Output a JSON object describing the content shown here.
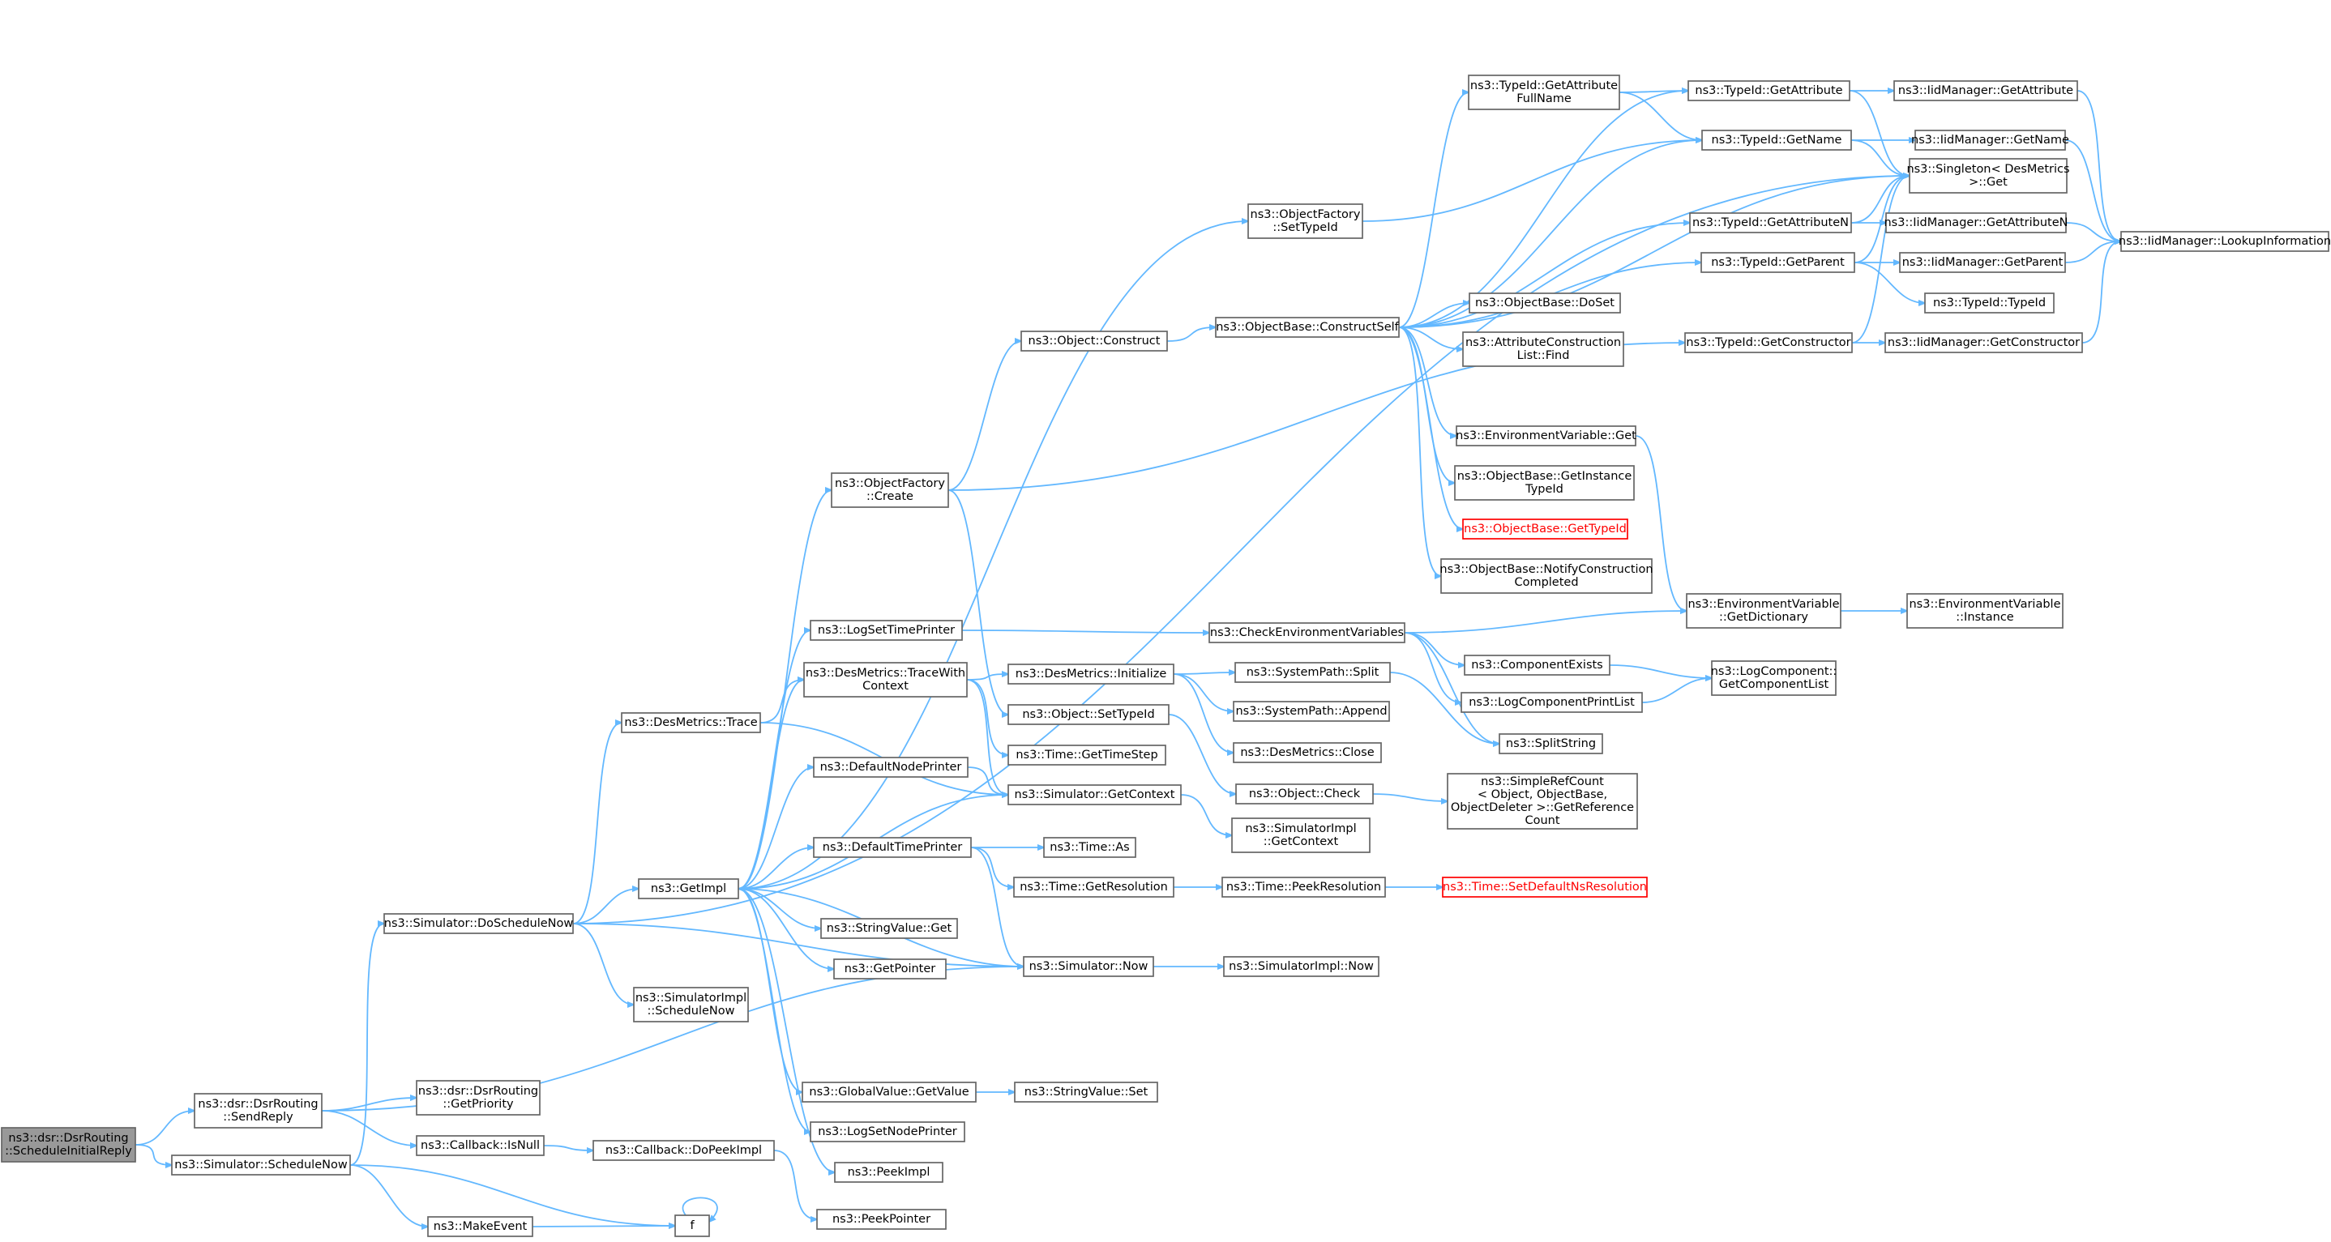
{
  "colors": {
    "edge": "#63b8ff",
    "node_border": "#666666",
    "root_fill": "#999999",
    "highlight": "#ff0000"
  },
  "nodes": [
    {
      "id": "root",
      "lines": [
        "ns3::dsr::DsrRouting",
        "::ScheduleInitialReply"
      ],
      "style": "root"
    },
    {
      "id": "sendreply",
      "lines": [
        "ns3::dsr::DsrRouting",
        "::SendReply"
      ]
    },
    {
      "id": "schednow",
      "lines": [
        "ns3::Simulator::ScheduleNow"
      ]
    },
    {
      "id": "getpriority",
      "lines": [
        "ns3::dsr::DsrRouting",
        "::GetPriority"
      ]
    },
    {
      "id": "isnull",
      "lines": [
        "ns3::Callback::IsNull"
      ]
    },
    {
      "id": "makeevent",
      "lines": [
        "ns3::MakeEvent"
      ]
    },
    {
      "id": "f",
      "lines": [
        "f"
      ]
    },
    {
      "id": "dopeekimpl",
      "lines": [
        "ns3::Callback::DoPeekImpl"
      ]
    },
    {
      "id": "peekpointer",
      "lines": [
        "ns3::PeekPointer"
      ]
    },
    {
      "id": "doschednow",
      "lines": [
        "ns3::Simulator::DoScheduleNow"
      ]
    },
    {
      "id": "simimplschednow",
      "lines": [
        "ns3::SimulatorImpl",
        "::ScheduleNow"
      ]
    },
    {
      "id": "desmetricstrace",
      "lines": [
        "ns3::DesMetrics::Trace"
      ]
    },
    {
      "id": "getimpl",
      "lines": [
        "ns3::GetImpl"
      ]
    },
    {
      "id": "simnow",
      "lines": [
        "ns3::Simulator::Now"
      ]
    },
    {
      "id": "simimplnow",
      "lines": [
        "ns3::SimulatorImpl::Now"
      ]
    },
    {
      "id": "objfactcreate",
      "lines": [
        "ns3::ObjectFactory",
        "::Create"
      ]
    },
    {
      "id": "logsettimeprinter",
      "lines": [
        "ns3::LogSetTimePrinter"
      ]
    },
    {
      "id": "tracewithctx",
      "lines": [
        "ns3::DesMetrics::TraceWith",
        "Context"
      ]
    },
    {
      "id": "defnodeprinter",
      "lines": [
        "ns3::DefaultNodePrinter"
      ]
    },
    {
      "id": "deftimeprinter",
      "lines": [
        "ns3::DefaultTimePrinter"
      ]
    },
    {
      "id": "strvalget",
      "lines": [
        "ns3::StringValue::Get"
      ]
    },
    {
      "id": "getpointer",
      "lines": [
        "ns3::GetPointer"
      ]
    },
    {
      "id": "globalgetvalue",
      "lines": [
        "ns3::GlobalValue::GetValue"
      ]
    },
    {
      "id": "strvalset",
      "lines": [
        "ns3::StringValue::Set"
      ]
    },
    {
      "id": "logsetnodeprinter",
      "lines": [
        "ns3::LogSetNodePrinter"
      ]
    },
    {
      "id": "peekimpl",
      "lines": [
        "ns3::PeekImpl"
      ]
    },
    {
      "id": "objconstruct",
      "lines": [
        "ns3::Object::Construct"
      ]
    },
    {
      "id": "objfactsettypeid",
      "lines": [
        "ns3::ObjectFactory",
        "::SetTypeId"
      ]
    },
    {
      "id": "objsettypeid",
      "lines": [
        "ns3::Object::SetTypeId"
      ]
    },
    {
      "id": "desinit",
      "lines": [
        "ns3::DesMetrics::Initialize"
      ]
    },
    {
      "id": "timegettimestep",
      "lines": [
        "ns3::Time::GetTimeStep"
      ]
    },
    {
      "id": "simgetcontext",
      "lines": [
        "ns3::Simulator::GetContext"
      ]
    },
    {
      "id": "timeas",
      "lines": [
        "ns3::Time::As"
      ]
    },
    {
      "id": "timegetres",
      "lines": [
        "ns3::Time::GetResolution"
      ]
    },
    {
      "id": "constructself",
      "lines": [
        "ns3::ObjectBase::ConstructSelf"
      ]
    },
    {
      "id": "checkenv",
      "lines": [
        "ns3::CheckEnvironmentVariables"
      ]
    },
    {
      "id": "syspathsplit",
      "lines": [
        "ns3::SystemPath::Split"
      ]
    },
    {
      "id": "syspathappend",
      "lines": [
        "ns3::SystemPath::Append"
      ]
    },
    {
      "id": "desclose",
      "lines": [
        "ns3::DesMetrics::Close"
      ]
    },
    {
      "id": "objcheck",
      "lines": [
        "ns3::Object::Check"
      ]
    },
    {
      "id": "simimplgetctx",
      "lines": [
        "ns3::SimulatorImpl",
        "::GetContext"
      ]
    },
    {
      "id": "timepeekres",
      "lines": [
        "ns3::Time::PeekResolution"
      ]
    },
    {
      "id": "tidgetattrfull",
      "lines": [
        "ns3::TypeId::GetAttribute",
        "FullName"
      ]
    },
    {
      "id": "objbasedoset",
      "lines": [
        "ns3::ObjectBase::DoSet"
      ]
    },
    {
      "id": "attrconstfind",
      "lines": [
        "ns3::AttributeConstruction",
        "List::Find"
      ]
    },
    {
      "id": "envvarget",
      "lines": [
        "ns3::EnvironmentVariable::Get"
      ]
    },
    {
      "id": "objbasegetinst",
      "lines": [
        "ns3::ObjectBase::GetInstance",
        "TypeId"
      ]
    },
    {
      "id": "objbasegettypeid",
      "lines": [
        "ns3::ObjectBase::GetTypeId"
      ],
      "style": "red"
    },
    {
      "id": "objbasenotify",
      "lines": [
        "ns3::ObjectBase::NotifyConstruction",
        "Completed"
      ]
    },
    {
      "id": "compexists",
      "lines": [
        "ns3::ComponentExists"
      ]
    },
    {
      "id": "logcompprintlist",
      "lines": [
        "ns3::LogComponentPrintList"
      ]
    },
    {
      "id": "splitstring",
      "lines": [
        "ns3::SplitString"
      ]
    },
    {
      "id": "simplerefcount",
      "lines": [
        "ns3::SimpleRefCount",
        "< Object, ObjectBase,",
        "ObjectDeleter >::GetReference",
        "Count"
      ]
    },
    {
      "id": "setdefaultns",
      "lines": [
        "ns3::Time::SetDefaultNsResolution"
      ],
      "style": "red"
    },
    {
      "id": "tidgetattr",
      "lines": [
        "ns3::TypeId::GetAttribute"
      ]
    },
    {
      "id": "tidgetname",
      "lines": [
        "ns3::TypeId::GetName"
      ]
    },
    {
      "id": "tidgetattrn",
      "lines": [
        "ns3::TypeId::GetAttributeN"
      ]
    },
    {
      "id": "tidgetparent",
      "lines": [
        "ns3::TypeId::GetParent"
      ]
    },
    {
      "id": "tidgetconstructor",
      "lines": [
        "ns3::TypeId::GetConstructor"
      ]
    },
    {
      "id": "envvargetdict",
      "lines": [
        "ns3::EnvironmentVariable",
        "::GetDictionary"
      ]
    },
    {
      "id": "logcompgetlist",
      "lines": [
        "ns3::LogComponent::",
        "GetComponentList"
      ]
    },
    {
      "id": "iidgetattr",
      "lines": [
        "ns3::IidManager::GetAttribute"
      ]
    },
    {
      "id": "iidgetname",
      "lines": [
        "ns3::IidManager::GetName"
      ]
    },
    {
      "id": "singleton",
      "lines": [
        "ns3::Singleton< DesMetrics",
        ">::Get"
      ]
    },
    {
      "id": "iidgetattrn",
      "lines": [
        "ns3::IidManager::GetAttributeN"
      ]
    },
    {
      "id": "iidgetparent",
      "lines": [
        "ns3::IidManager::GetParent"
      ]
    },
    {
      "id": "tidtypeid",
      "lines": [
        "ns3::TypeId::TypeId"
      ]
    },
    {
      "id": "iidgetconstructor",
      "lines": [
        "ns3::IidManager::GetConstructor"
      ]
    },
    {
      "id": "envvarinstance",
      "lines": [
        "ns3::EnvironmentVariable",
        "::Instance"
      ]
    },
    {
      "id": "iidlookup",
      "lines": [
        "ns3::IidManager::LookupInformation"
      ]
    }
  ],
  "edges": [
    [
      "root",
      "sendreply"
    ],
    [
      "root",
      "schednow"
    ],
    [
      "sendreply",
      "getpriority"
    ],
    [
      "sendreply",
      "isnull"
    ],
    [
      "sendreply",
      "simnow"
    ],
    [
      "schednow",
      "doschednow"
    ],
    [
      "schednow",
      "makeevent"
    ],
    [
      "schednow",
      "f"
    ],
    [
      "isnull",
      "dopeekimpl"
    ],
    [
      "dopeekimpl",
      "peekpointer"
    ],
    [
      "makeevent",
      "f"
    ],
    [
      "f",
      "f"
    ],
    [
      "doschednow",
      "desmetricstrace"
    ],
    [
      "doschednow",
      "getimpl"
    ],
    [
      "doschednow",
      "simimplschednow"
    ],
    [
      "doschednow",
      "simnow"
    ],
    [
      "doschednow",
      "singleton"
    ],
    [
      "desmetricstrace",
      "tracewithctx"
    ],
    [
      "desmetricstrace",
      "simgetcontext"
    ],
    [
      "getimpl",
      "objfactcreate"
    ],
    [
      "getimpl",
      "logsettimeprinter"
    ],
    [
      "getimpl",
      "tracewithctx"
    ],
    [
      "getimpl",
      "defnodeprinter"
    ],
    [
      "getimpl",
      "deftimeprinter"
    ],
    [
      "getimpl",
      "strvalget"
    ],
    [
      "getimpl",
      "getpointer"
    ],
    [
      "getimpl",
      "globalgetvalue"
    ],
    [
      "getimpl",
      "logsetnodeprinter"
    ],
    [
      "getimpl",
      "peekimpl"
    ],
    [
      "getimpl",
      "simgetcontext"
    ],
    [
      "getimpl",
      "objfactsettypeid"
    ],
    [
      "simnow",
      "getimpl"
    ],
    [
      "simnow",
      "simimplnow"
    ],
    [
      "objfactcreate",
      "objconstruct"
    ],
    [
      "objfactcreate",
      "objsettypeid"
    ],
    [
      "objfactcreate",
      "tidgetconstructor"
    ],
    [
      "logsettimeprinter",
      "checkenv"
    ],
    [
      "tracewithctx",
      "desinit"
    ],
    [
      "tracewithctx",
      "timegettimestep"
    ],
    [
      "tracewithctx",
      "simgetcontext"
    ],
    [
      "defnodeprinter",
      "simgetcontext"
    ],
    [
      "deftimeprinter",
      "timeas"
    ],
    [
      "deftimeprinter",
      "timegetres"
    ],
    [
      "deftimeprinter",
      "simnow"
    ],
    [
      "globalgetvalue",
      "strvalset"
    ],
    [
      "objconstruct",
      "constructself"
    ],
    [
      "objfactsettypeid",
      "tidgetname"
    ],
    [
      "objsettypeid",
      "objcheck"
    ],
    [
      "desinit",
      "syspathsplit"
    ],
    [
      "desinit",
      "syspathappend"
    ],
    [
      "desinit",
      "desclose"
    ],
    [
      "simgetcontext",
      "simimplgetctx"
    ],
    [
      "timegetres",
      "timepeekres"
    ],
    [
      "timepeekres",
      "setdefaultns"
    ],
    [
      "constructself",
      "tidgetattrfull"
    ],
    [
      "constructself",
      "tidgetattr"
    ],
    [
      "constructself",
      "tidgetname"
    ],
    [
      "constructself",
      "tidgetattrn"
    ],
    [
      "constructself",
      "tidgetparent"
    ],
    [
      "constructself",
      "objbasedoset"
    ],
    [
      "constructself",
      "attrconstfind"
    ],
    [
      "constructself",
      "envvarget"
    ],
    [
      "constructself",
      "objbasegetinst"
    ],
    [
      "constructself",
      "objbasegettypeid"
    ],
    [
      "constructself",
      "objbasenotify"
    ],
    [
      "constructself",
      "singleton"
    ],
    [
      "checkenv",
      "envvargetdict"
    ],
    [
      "checkenv",
      "compexists"
    ],
    [
      "checkenv",
      "logcompprintlist"
    ],
    [
      "checkenv",
      "splitstring"
    ],
    [
      "syspathsplit",
      "splitstring"
    ],
    [
      "objcheck",
      "simplerefcount"
    ],
    [
      "tidgetattrfull",
      "tidgetattr"
    ],
    [
      "tidgetattrfull",
      "tidgetname"
    ],
    [
      "envvarget",
      "envvargetdict"
    ],
    [
      "compexists",
      "logcompgetlist"
    ],
    [
      "logcompprintlist",
      "logcompgetlist"
    ],
    [
      "tidgetattr",
      "iidgetattr"
    ],
    [
      "tidgetattr",
      "singleton"
    ],
    [
      "tidgetname",
      "iidgetname"
    ],
    [
      "tidgetname",
      "singleton"
    ],
    [
      "tidgetattrn",
      "iidgetattrn"
    ],
    [
      "tidgetattrn",
      "singleton"
    ],
    [
      "tidgetparent",
      "iidgetparent"
    ],
    [
      "tidgetparent",
      "tidtypeid"
    ],
    [
      "tidgetparent",
      "singleton"
    ],
    [
      "tidgetconstructor",
      "iidgetconstructor"
    ],
    [
      "tidgetconstructor",
      "singleton"
    ],
    [
      "envvargetdict",
      "envvarinstance"
    ],
    [
      "iidgetattr",
      "iidlookup"
    ],
    [
      "iidgetname",
      "iidlookup"
    ],
    [
      "iidgetattrn",
      "iidlookup"
    ],
    [
      "iidgetparent",
      "iidlookup"
    ],
    [
      "iidgetconstructor",
      "iidlookup"
    ]
  ]
}
